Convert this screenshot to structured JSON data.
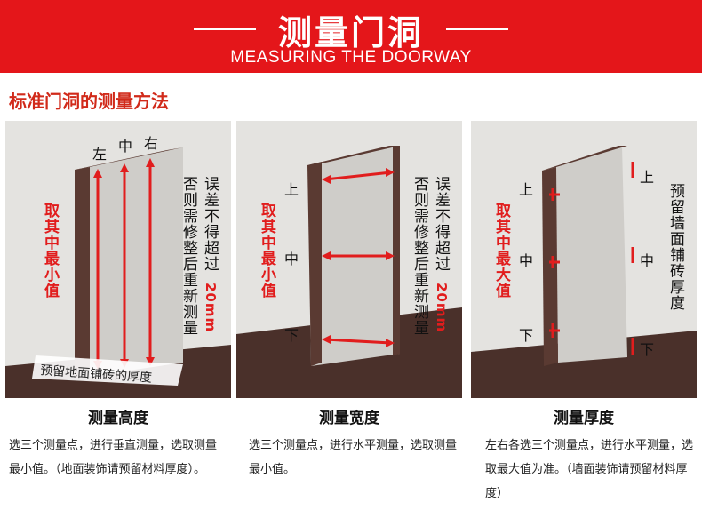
{
  "header": {
    "title": "测量门洞",
    "subtitle": "MEASURING THE DOORWAY"
  },
  "section_title": "标准门洞的测量方法",
  "panels": [
    {
      "top_labels": [
        "左",
        "中",
        "右"
      ],
      "left_note": "取其中最小值",
      "right_note_a": "误差不得超过",
      "right_note_value": "20mm",
      "right_note_b": "否则需修整后重新测量",
      "floor_label": "预留地面铺砖的厚度",
      "caption": "测量高度",
      "description": "选三个测量点，进行垂直测量，选取测量最小值。（地面装饰请预留材料厚度）。"
    },
    {
      "side_labels": [
        "上",
        "中",
        "下"
      ],
      "left_note": "取其中最小值",
      "right_note_a": "误差不得超过",
      "right_note_value": "20mm",
      "right_note_b": "否则需修整后重新测量",
      "caption": "测量宽度",
      "description": "选三个测量点，进行水平测量，选取测量最小值。"
    },
    {
      "side_labels": [
        "上",
        "中",
        "下"
      ],
      "right_labels": [
        "上",
        "中",
        "下"
      ],
      "left_note": "取其中最大值",
      "right_note": "预留墙面铺砖厚度",
      "caption": "测量厚度",
      "description": "左右各选三个测量点，进行水平测量，选取最大值为准。（墙面装饰请预留材料厚度）"
    }
  ],
  "colors": {
    "banner": "#e4161a",
    "accent_red": "#e11d1d",
    "door_frame": "#5a3a32",
    "floor": "#4a302a"
  }
}
